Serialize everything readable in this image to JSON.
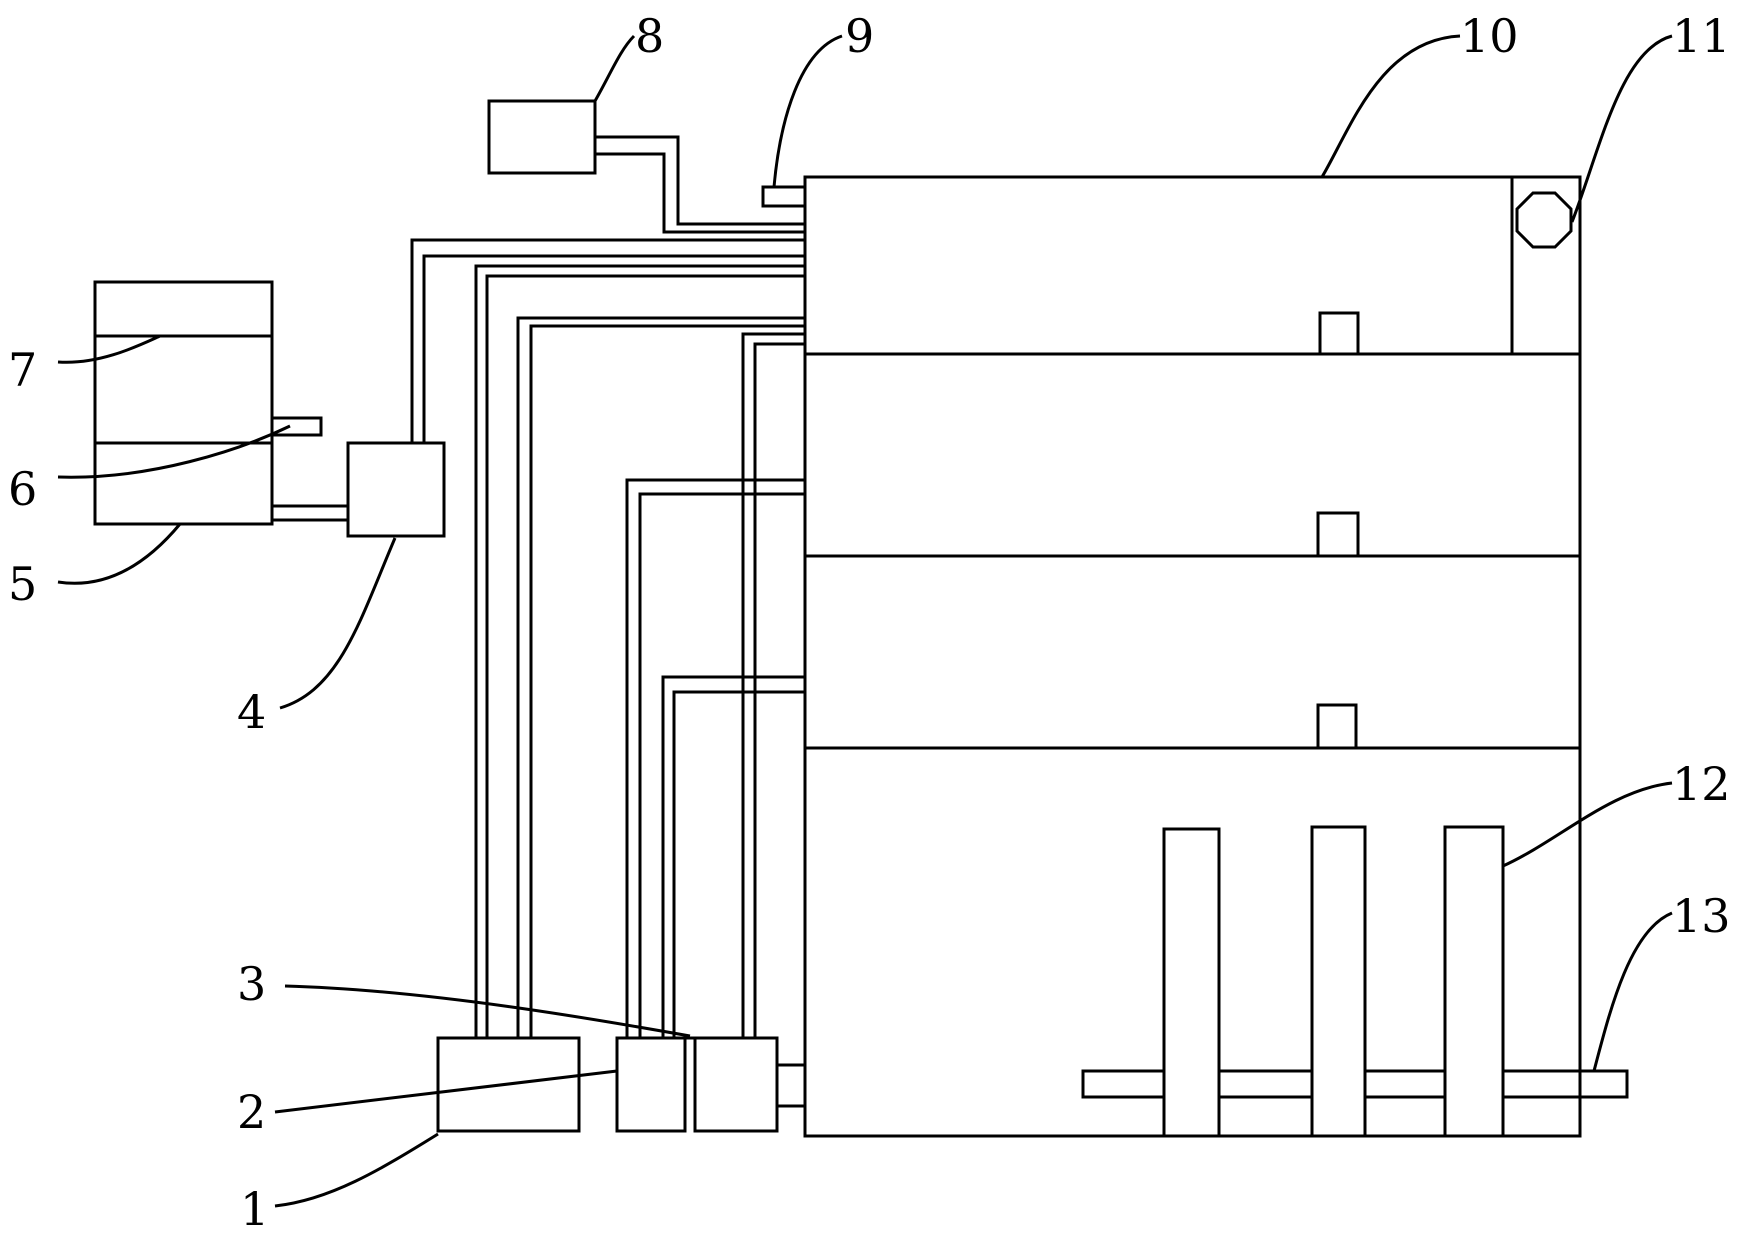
{
  "labels": {
    "l1": "1",
    "l2": "2",
    "l3": "3",
    "l4": "4",
    "l5": "5",
    "l6": "6",
    "l7": "7",
    "l8": "8",
    "l9": "9",
    "l10": "10",
    "l11": "11",
    "l12": "12",
    "l13": "13"
  },
  "colors": {
    "stroke": "#000000",
    "background": "#ffffff"
  }
}
